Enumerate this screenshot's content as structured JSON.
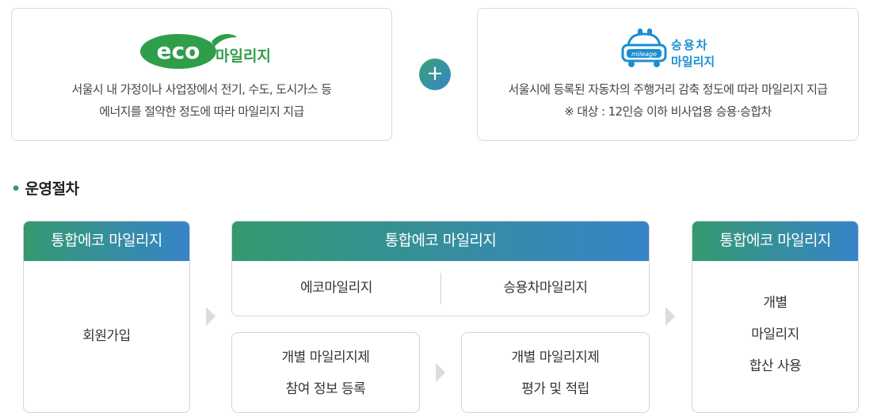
{
  "eco": {
    "logo_eco": "eco",
    "logo_text": "마일리지",
    "desc_line1": "서울시 내 가정이나 사업장에서 전기, 수도, 도시가스 등",
    "desc_line2": "에너지를 절약한 정도에 따라 마일리지 지급"
  },
  "plus_symbol": "+",
  "car": {
    "logo_badge": "mileage",
    "logo_line1": "승용차",
    "logo_line2": "마일리지",
    "desc_line1": "서울시에 등록된 자동차의 주행거리 감축 정도에 따라 마일리지 지급",
    "desc_line2": "※ 대상 : 12인승 이하 비사업용 승용·승합차"
  },
  "section_title": "운영절차",
  "process": {
    "step1_title": "통합에코 마일리지",
    "step1_body": "회원가입",
    "step2_title": "통합에코 마일리지",
    "step2_left": "에코마일리지",
    "step2_right": "승용차마일리지",
    "step3a_line1": "개별 마일리지제",
    "step3a_line2": "참여 정보 등록",
    "step3b_line1": "개별 마일리지제",
    "step3b_line2": "평가 및 적립",
    "step4_title": "통합에코 마일리지",
    "step4_line1": "개별",
    "step4_line2": "마일리지",
    "step4_line3": "합산 사용"
  },
  "colors": {
    "green": "#34996f",
    "blue": "#3784c9",
    "eco_green": "#2f9e4a",
    "car_blue": "#1a8fd0"
  }
}
